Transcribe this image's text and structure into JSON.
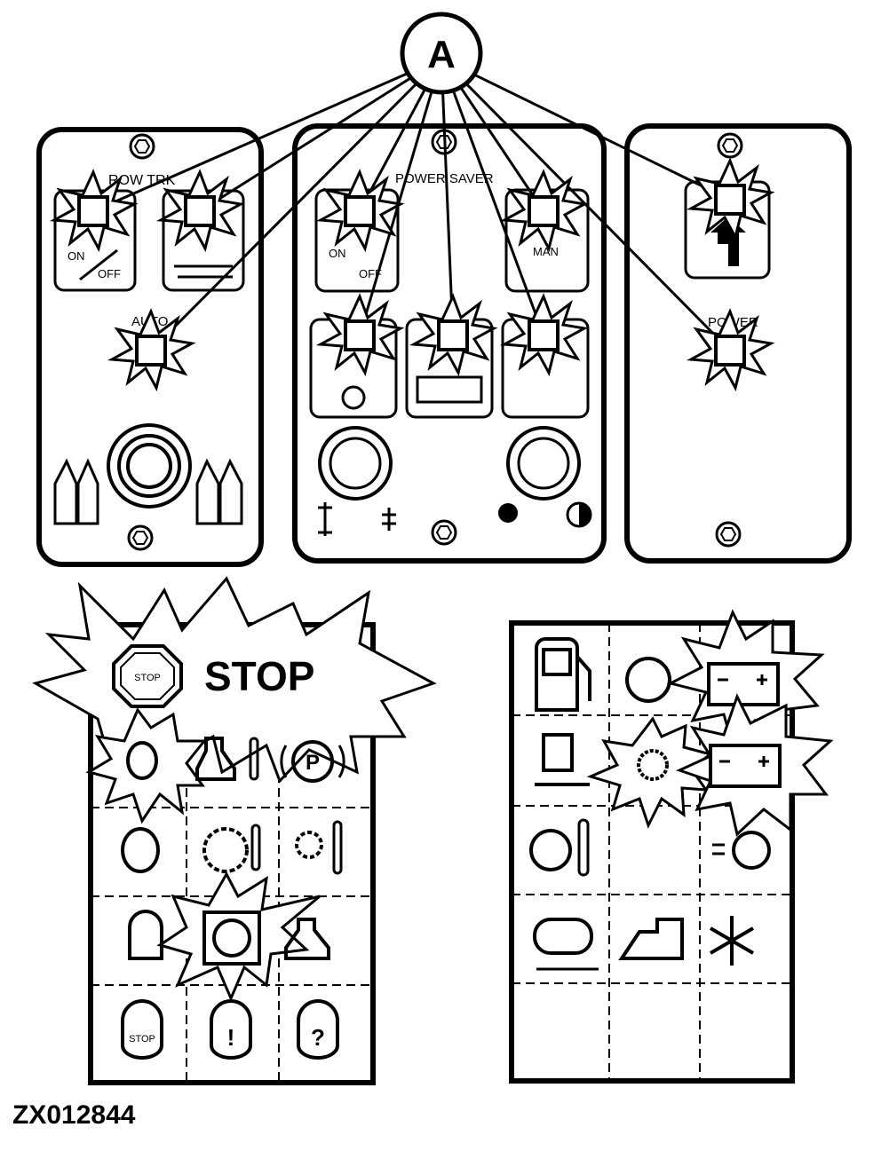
{
  "callout": {
    "letter": "A"
  },
  "left_panel": {
    "row_label": "ROW TRK",
    "on_label": "ON",
    "off_label": "OFF",
    "auto_label": "AUTO"
  },
  "center_panel": {
    "title": "POWER SAVER",
    "on_label": "ON",
    "off_label": "OFF",
    "man_label": "MAN"
  },
  "right_panel": {
    "power_label": "POWER"
  },
  "lower_left_panel": {
    "stop_text": "STOP",
    "stop_sign_text": "STOP",
    "stop_bulb_text": "STOP",
    "question_text": "?",
    "exclaim_text": "!",
    "p_text": "P"
  },
  "figure_id": "ZX012844",
  "colors": {
    "ink": "#000000",
    "background": "#ffffff"
  }
}
